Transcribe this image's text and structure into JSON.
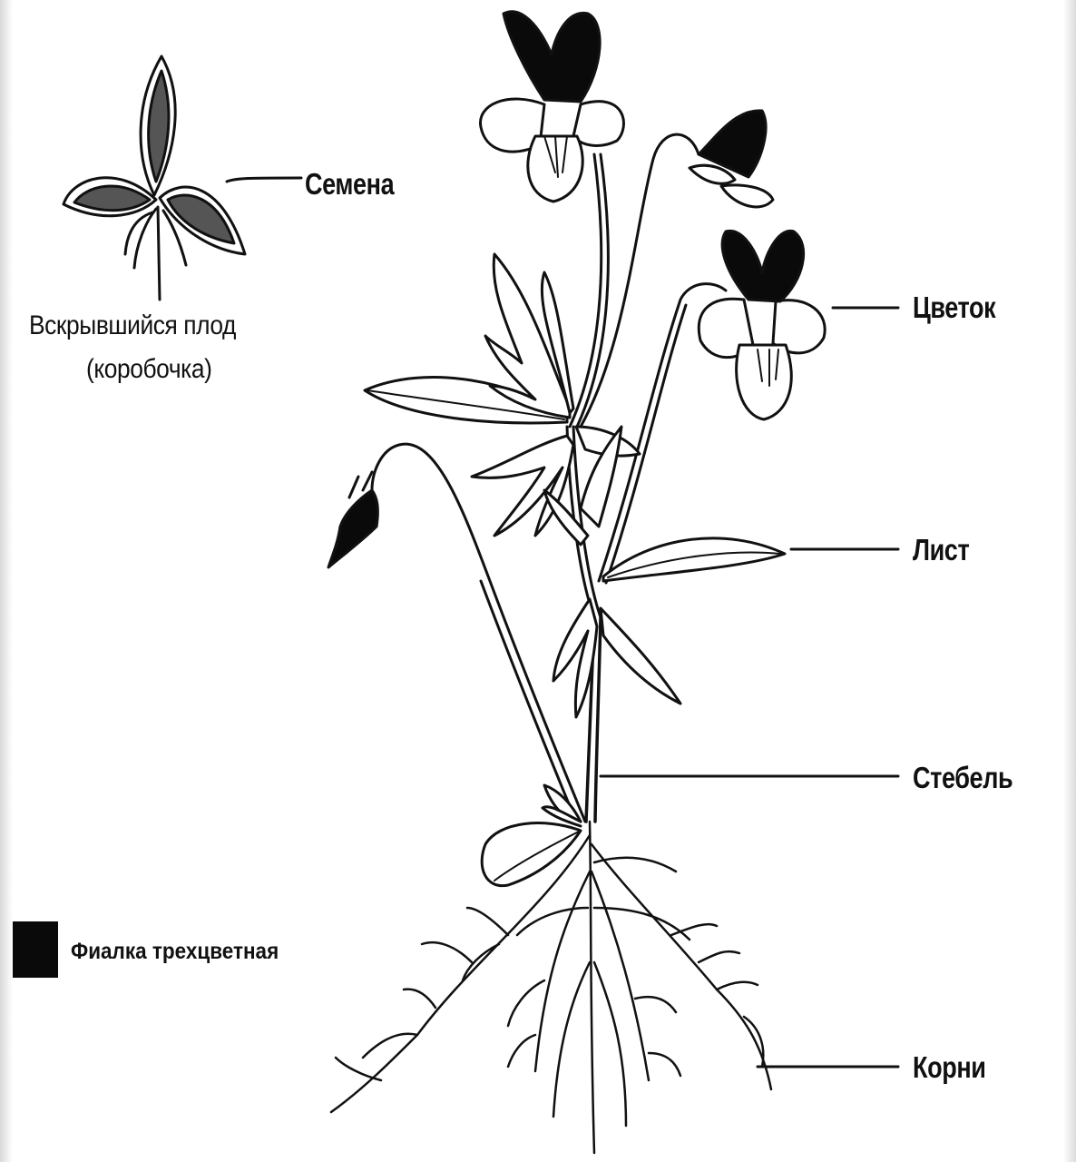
{
  "labels": {
    "seeds": "Семена",
    "fruit_line1": "Вскрывшийся плод",
    "fruit_line2": "(коробочка)",
    "flower": "Цветок",
    "leaf": "Лист",
    "stem": "Стебель",
    "roots": "Корни"
  },
  "legend": {
    "text": "Фиалка трехцветная",
    "color": "#0a0a0a"
  }
}
